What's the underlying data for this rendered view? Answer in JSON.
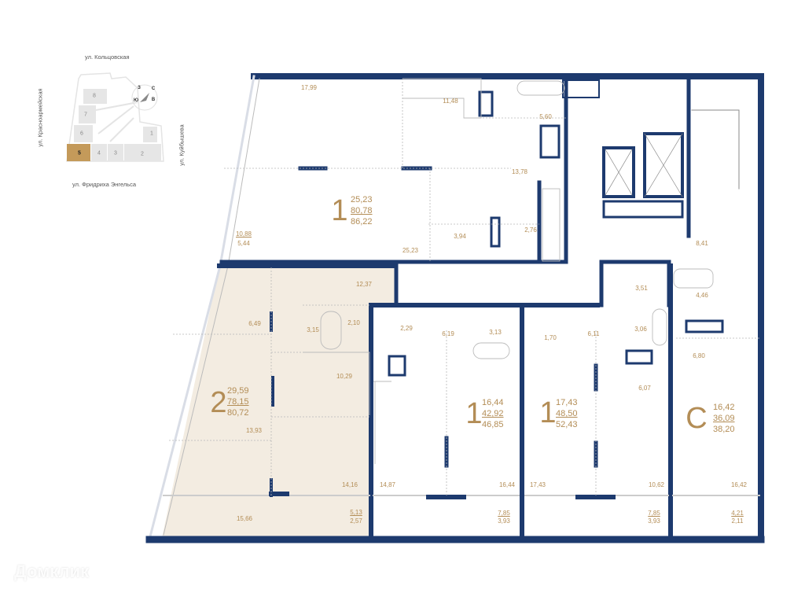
{
  "colors": {
    "wall": "#1d3a6e",
    "text": "#b38d56",
    "selected_fill": "#f3ece1",
    "minimap_selected": "#c49a5a",
    "minimap_block": "#e6e6e6"
  },
  "minimap": {
    "streets": {
      "north": "ул. Кольцовская",
      "west": "ул. Красноармейская",
      "east": "ул. Куйбышева",
      "south": "ул. Фридриха Энгельса"
    },
    "blocks": [
      "1",
      "2",
      "3",
      "4",
      "5",
      "6",
      "7",
      "8"
    ],
    "selected_block": "5",
    "compass": {
      "n": "С",
      "s": "Ю",
      "w": "З",
      "e": "В"
    }
  },
  "apartments": [
    {
      "id": "top",
      "rooms_label": "1",
      "living": "25,23",
      "total": "80,78",
      "total_with_balcony": "86,22",
      "rooms": [
        "17,99",
        "11,48",
        "5,60",
        "13,78",
        "3,94",
        "2,76",
        "25,23"
      ],
      "balcony": {
        "area": "10,88",
        "reduced": "5,44"
      }
    },
    {
      "id": "selected",
      "rooms_label": "2",
      "living": "29,59",
      "total": "78,15",
      "total_with_balcony": "80,72",
      "rooms": [
        "12,37",
        "6,49",
        "3,15",
        "2,10",
        "10,29",
        "13,93",
        "14,16",
        "15,66"
      ],
      "balcony": {
        "area": "5,13",
        "reduced": "2,57"
      }
    },
    {
      "id": "mid-left",
      "rooms_label": "1",
      "living": "16,44",
      "total": "42,92",
      "total_with_balcony": "46,85",
      "rooms": [
        "2,29",
        "6,19",
        "3,13",
        "14,87",
        "16,44"
      ],
      "balcony": {
        "area": "7,85",
        "reduced": "3,93"
      }
    },
    {
      "id": "mid-right",
      "rooms_label": "1",
      "living": "17,43",
      "total": "48,50",
      "total_with_balcony": "52,43",
      "rooms": [
        "1,70",
        "6,11",
        "3,06",
        "6,07",
        "17,43",
        "10,62"
      ],
      "balcony": {
        "area": "7,85",
        "reduced": "3,93"
      }
    },
    {
      "id": "studio",
      "rooms_label": "С",
      "living": "16,42",
      "total": "36,09",
      "total_with_balcony": "38,20",
      "rooms": [
        "8,41",
        "3,51",
        "4,46",
        "6,80",
        "16,42"
      ],
      "balcony": {
        "area": "4,21",
        "reduced": "2,11"
      }
    }
  ],
  "watermark": "Домклик"
}
